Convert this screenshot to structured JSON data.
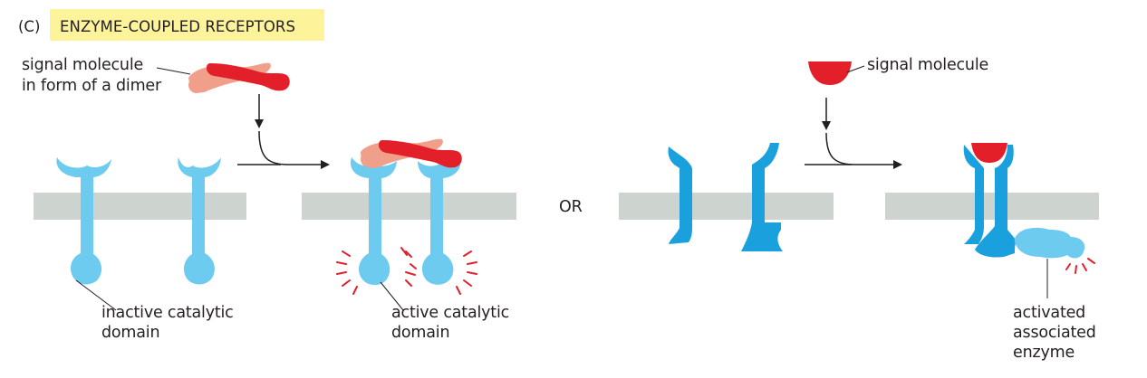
{
  "figure": {
    "panel_letter": "(C)",
    "title": "ENZYME-COUPLED RECEPTORS",
    "or_label": "OR"
  },
  "left_pathway": {
    "signal_line1": "signal molecule",
    "signal_line2": "in form of a dimer",
    "inactive_line1": "inactive catalytic",
    "inactive_line2": "domain",
    "active_line1": "active catalytic",
    "active_line2": "domain"
  },
  "right_pathway": {
    "signal": "signal molecule",
    "enzyme_line1": "activated",
    "enzyme_line2": "associated",
    "enzyme_line3": "enzyme"
  },
  "colors": {
    "title_highlight": "#fdf39a",
    "membrane": "#cdd3cf",
    "receptor_light": "#6dcbf0",
    "receptor_dark": "#1aa0dc",
    "signal_red": "#e3202a",
    "signal_pink": "#f0a08a",
    "activity_spark": "#e3202a",
    "arrow": "#231f20"
  }
}
